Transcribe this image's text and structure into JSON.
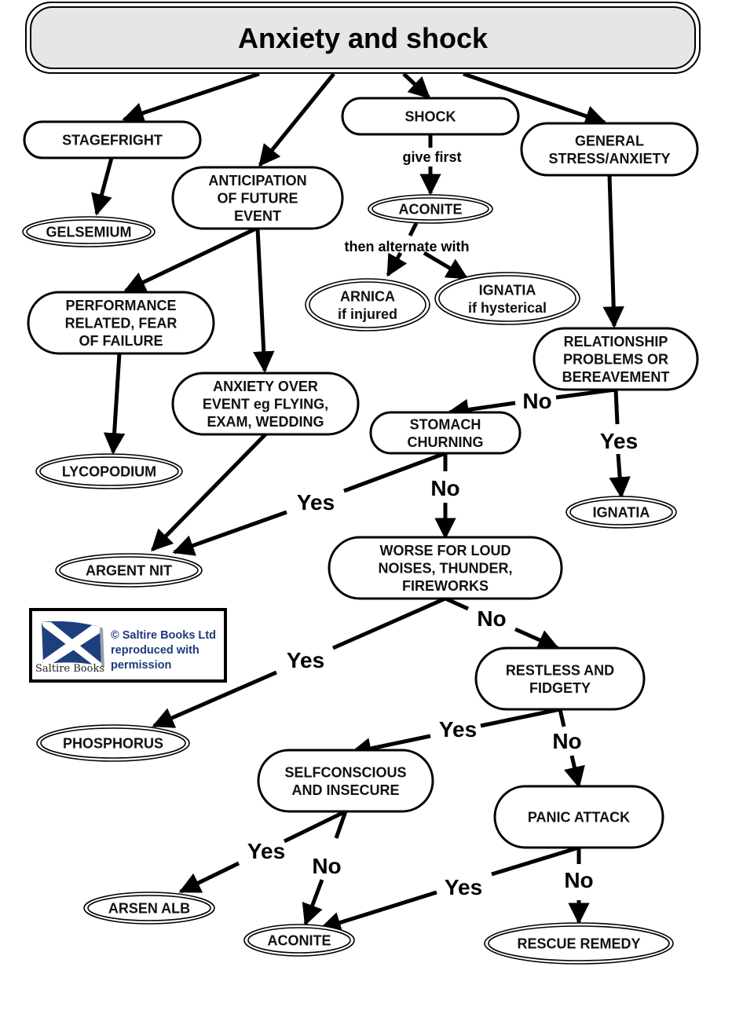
{
  "title": "Anxiety and shock",
  "nodes": {
    "stagefright": {
      "lines": [
        "STAGEFRIGHT"
      ],
      "kind": "question"
    },
    "gelsemium": {
      "lines": [
        "GELSEMIUM"
      ],
      "kind": "remedy"
    },
    "anticipation": {
      "lines": [
        "ANTICIPATION",
        "OF FUTURE",
        "EVENT"
      ],
      "kind": "question"
    },
    "shock": {
      "lines": [
        "SHOCK"
      ],
      "kind": "question"
    },
    "aconite_top": {
      "lines": [
        "ACONITE"
      ],
      "kind": "remedy"
    },
    "arnica": {
      "lines": [
        "ARNICA",
        "if injured"
      ],
      "kind": "remedy"
    },
    "ignatia_hyst": {
      "lines": [
        "IGNATIA",
        "if hysterical"
      ],
      "kind": "remedy"
    },
    "general_stress": {
      "lines": [
        "GENERAL",
        "STRESS/ANXIETY"
      ],
      "kind": "question"
    },
    "performance": {
      "lines": [
        "PERFORMANCE",
        "RELATED, FEAR",
        "OF FAILURE"
      ],
      "kind": "question"
    },
    "lycopodium": {
      "lines": [
        "LYCOPODIUM"
      ],
      "kind": "remedy"
    },
    "anxiety_event": {
      "lines": [
        "ANXIETY OVER",
        "EVENT eg FLYING,",
        "EXAM, WEDDING"
      ],
      "kind": "question"
    },
    "argent_nit": {
      "lines": [
        "ARGENT NIT"
      ],
      "kind": "remedy"
    },
    "relationship": {
      "lines": [
        "RELATIONSHIP",
        "PROBLEMS OR",
        "BEREAVEMENT"
      ],
      "kind": "question"
    },
    "stomach": {
      "lines": [
        "STOMACH",
        "CHURNING"
      ],
      "kind": "question"
    },
    "ignatia": {
      "lines": [
        "IGNATIA"
      ],
      "kind": "remedy"
    },
    "worse_loud": {
      "lines": [
        "WORSE FOR LOUD",
        "NOISES, THUNDER,",
        "FIREWORKS"
      ],
      "kind": "question"
    },
    "phosphorus": {
      "lines": [
        "PHOSPHORUS"
      ],
      "kind": "remedy"
    },
    "restless": {
      "lines": [
        "RESTLESS AND",
        "FIDGETY"
      ],
      "kind": "question"
    },
    "selfconscious": {
      "lines": [
        "SELFCONSCIOUS",
        "AND INSECURE"
      ],
      "kind": "question"
    },
    "panic": {
      "lines": [
        "PANIC ATTACK"
      ],
      "kind": "question"
    },
    "arsen_alb": {
      "lines": [
        "ARSEN ALB"
      ],
      "kind": "remedy"
    },
    "aconite_bottom": {
      "lines": [
        "ACONITE"
      ],
      "kind": "remedy"
    },
    "rescue": {
      "lines": [
        "RESCUE REMEDY"
      ],
      "kind": "remedy"
    }
  },
  "edges": [
    {
      "from": "title",
      "to": "stagefright",
      "label": ""
    },
    {
      "from": "title",
      "to": "anticipation",
      "label": ""
    },
    {
      "from": "title",
      "to": "shock",
      "label": ""
    },
    {
      "from": "title",
      "to": "general_stress",
      "label": ""
    },
    {
      "from": "stagefright",
      "to": "gelsemium",
      "label": ""
    },
    {
      "from": "anticipation",
      "to": "performance",
      "label": ""
    },
    {
      "from": "anticipation",
      "to": "anxiety_event",
      "label": ""
    },
    {
      "from": "shock",
      "to": "aconite_top",
      "label": "give first"
    },
    {
      "from": "aconite_top",
      "to": "arnica",
      "label": "then alternate with"
    },
    {
      "from": "aconite_top",
      "to": "ignatia_hyst",
      "label": ""
    },
    {
      "from": "general_stress",
      "to": "relationship",
      "label": ""
    },
    {
      "from": "performance",
      "to": "lycopodium",
      "label": ""
    },
    {
      "from": "anxiety_event",
      "to": "argent_nit",
      "label": ""
    },
    {
      "from": "relationship",
      "to": "stomach",
      "label": "No"
    },
    {
      "from": "relationship",
      "to": "ignatia",
      "label": "Yes"
    },
    {
      "from": "stomach",
      "to": "argent_nit",
      "label": "Yes"
    },
    {
      "from": "stomach",
      "to": "worse_loud",
      "label": "No"
    },
    {
      "from": "worse_loud",
      "to": "phosphorus",
      "label": "Yes"
    },
    {
      "from": "worse_loud",
      "to": "restless",
      "label": "No"
    },
    {
      "from": "restless",
      "to": "selfconscious",
      "label": "Yes"
    },
    {
      "from": "restless",
      "to": "panic",
      "label": "No"
    },
    {
      "from": "selfconscious",
      "to": "arsen_alb",
      "label": "Yes"
    },
    {
      "from": "selfconscious",
      "to": "aconite_bottom",
      "label": "No"
    },
    {
      "from": "panic",
      "to": "aconite_bottom",
      "label": "Yes"
    },
    {
      "from": "panic",
      "to": "rescue",
      "label": "No"
    }
  ],
  "credit": {
    "logo_caption": "Saltire Books",
    "lines": [
      "© Saltire Books Ltd",
      "reproduced with",
      "permission"
    ]
  },
  "colors": {
    "title_fill": "#e6e6e6",
    "line": "#000000",
    "credit_text": "#1f3a7a",
    "flag_blue": "#1d3f7d"
  }
}
